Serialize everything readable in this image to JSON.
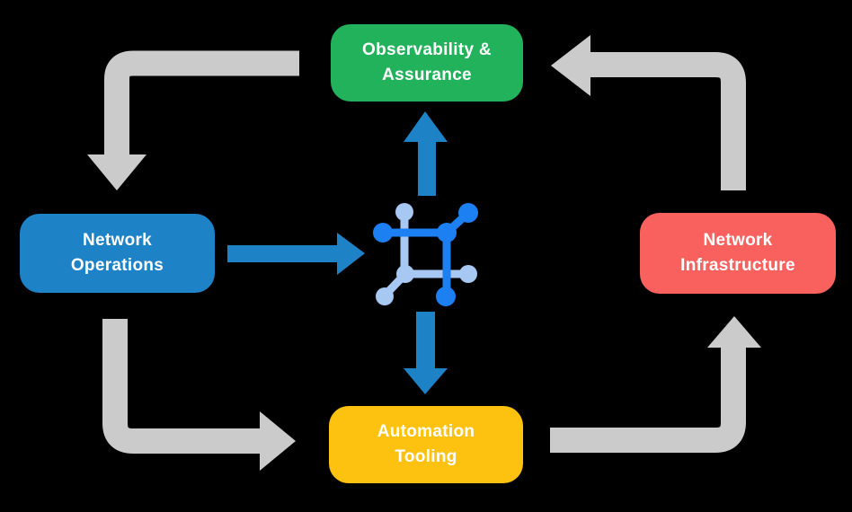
{
  "diagram": {
    "type": "cycle-diagram",
    "center_icon": "network-fabric-icon",
    "nodes": {
      "observability": {
        "lines": [
          "Observability &",
          "Assurance"
        ],
        "color": "#22B25B"
      },
      "operations": {
        "lines": [
          "Network",
          "Operations"
        ],
        "color": "#1E82C6"
      },
      "infrastructure": {
        "lines": [
          "Network",
          "Infrastructure"
        ],
        "color": "#F9615E"
      },
      "tooling": {
        "lines": [
          "Automation",
          "Tooling"
        ],
        "color": "#FDC110"
      }
    },
    "flows": [
      {
        "from": "Observability & Assurance",
        "to": "Network Operations",
        "style": "cycle"
      },
      {
        "from": "Network Operations",
        "to": "Automation Tooling",
        "style": "cycle"
      },
      {
        "from": "Automation Tooling",
        "to": "Network Infrastructure",
        "style": "cycle"
      },
      {
        "from": "Network Infrastructure",
        "to": "Observability & Assurance",
        "style": "cycle"
      },
      {
        "from": "Network Operations",
        "to": "network-fabric-icon",
        "style": "hub"
      },
      {
        "from": "network-fabric-icon",
        "to": "Observability & Assurance",
        "style": "hub"
      },
      {
        "from": "network-fabric-icon",
        "to": "Automation Tooling",
        "style": "hub"
      }
    ],
    "colors": {
      "background": "#000000",
      "text": "#FFFFFF",
      "cycle_arrow": "#CBCBCB",
      "hub_arrow": "#1E82C6",
      "icon_dark": "#1C7FF2",
      "icon_light": "#A7C8F3"
    }
  }
}
